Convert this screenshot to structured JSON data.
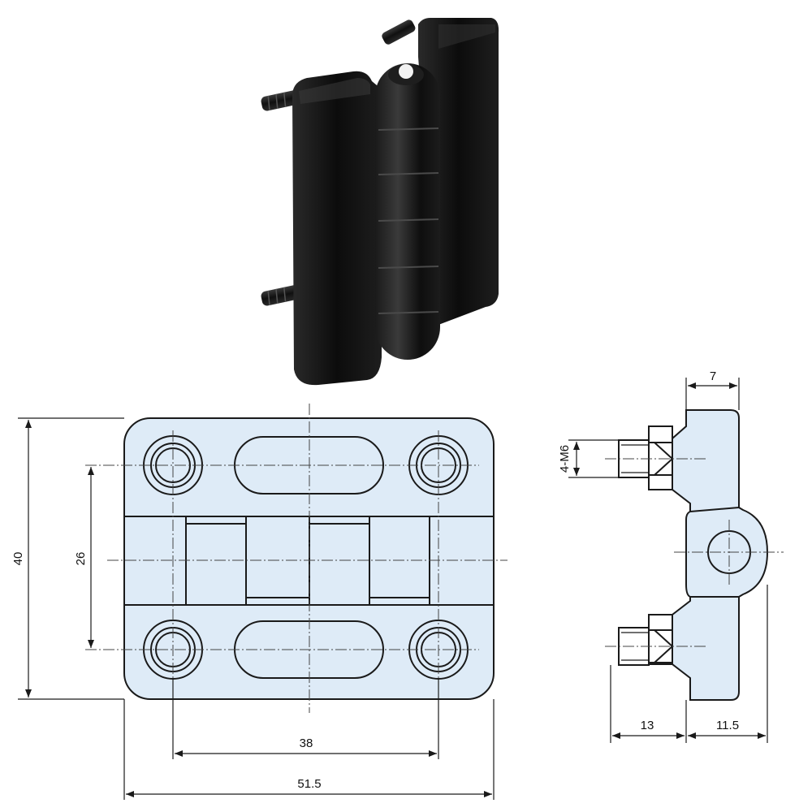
{
  "colors": {
    "part_fill": "#deebf7",
    "hinge_black": "#141414",
    "outline": "#1a1a1a"
  },
  "dimensions": {
    "overall_height": "40",
    "hole_pitch_vertical": "26",
    "hole_pitch_horizontal": "38",
    "overall_width": "51.5",
    "leaf_thickness": "7",
    "stud_thread": "4-M6",
    "stud_length": "13",
    "side_depth": "11.5"
  },
  "icons": {
    "product_photo": "black-hinge-photo-icon",
    "front_view": "hinge-front-view-drawing",
    "side_view": "hinge-side-view-drawing"
  }
}
